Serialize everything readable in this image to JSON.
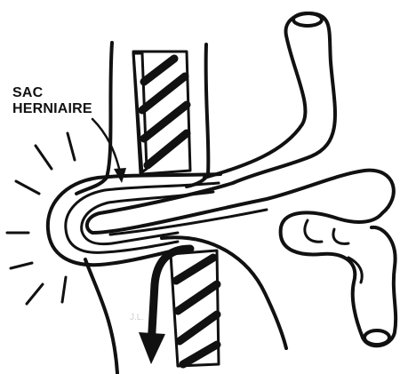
{
  "label": {
    "line1": "SAC",
    "line2": "HERNIAIRE"
  },
  "signature": "J.L.",
  "colors": {
    "ink": "#111111",
    "paper": "#ffffff"
  },
  "icons": [
    "pain-rays",
    "arrow-down-icon",
    "hatched-wall"
  ]
}
